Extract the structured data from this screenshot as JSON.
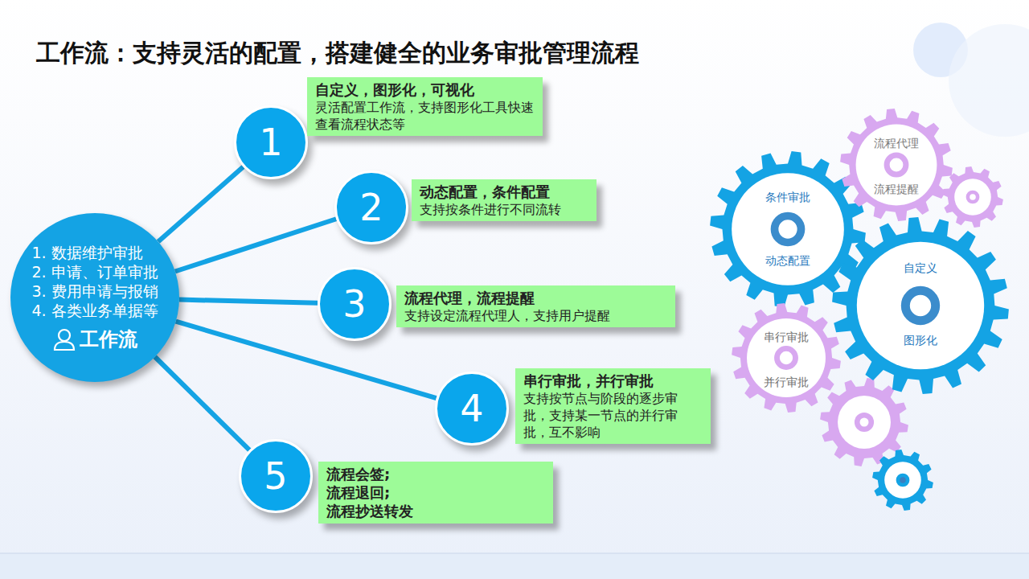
{
  "diagram": {
    "title": "工作流：支持灵活的配置，搭建健全的业务审批管理流程",
    "nodes": [
      {
        "text": [
          "1.  数据维护审批",
          "2.  申请、订单审批",
          "3.  费用申请与报销",
          "4.  各类业务单据等",
          "工作流"
        ]
      },
      {
        "text": [
          "1"
        ]
      },
      {
        "text": [
          "自定义，图形化，可视化",
          "灵活配置工作流，支持图形化工具快速查看流程状态等"
        ]
      },
      {
        "text": [
          "2"
        ]
      },
      {
        "text": [
          "动态配置，条件配置",
          "支持按条件进行不同流转"
        ]
      },
      {
        "text": [
          "3"
        ]
      },
      {
        "text": [
          "流程代理，流程提醒",
          "支持设定流程代理人，支持用户提醒"
        ]
      },
      {
        "text": [
          "4"
        ]
      },
      {
        "text": [
          "串行审批，并行审批",
          "支持按节点与阶段的逐步审批，支持某一节点的并行审批，互不影响"
        ]
      },
      {
        "text": [
          "5"
        ]
      },
      {
        "text": [
          "流程会签;",
          "流程退回;",
          "流程抄送转发"
        ]
      },
      {
        "text": [
          "条件审批",
          "动态配置"
        ]
      },
      {
        "text": [
          "流程代理",
          "流程提醒"
        ]
      },
      {
        "text": [
          "自定义",
          "图形化"
        ]
      },
      {
        "text": [
          "串行审批",
          "并行审批"
        ]
      }
    ],
    "edges": [
      {
        "from": 0,
        "to": 1,
        "arrow": "none"
      },
      {
        "from": 0,
        "to": 3,
        "arrow": "none"
      },
      {
        "from": 0,
        "to": 5,
        "arrow": "none"
      },
      {
        "from": 0,
        "to": 7,
        "arrow": "none"
      },
      {
        "from": 0,
        "to": 9,
        "arrow": "none"
      }
    ]
  }
}
